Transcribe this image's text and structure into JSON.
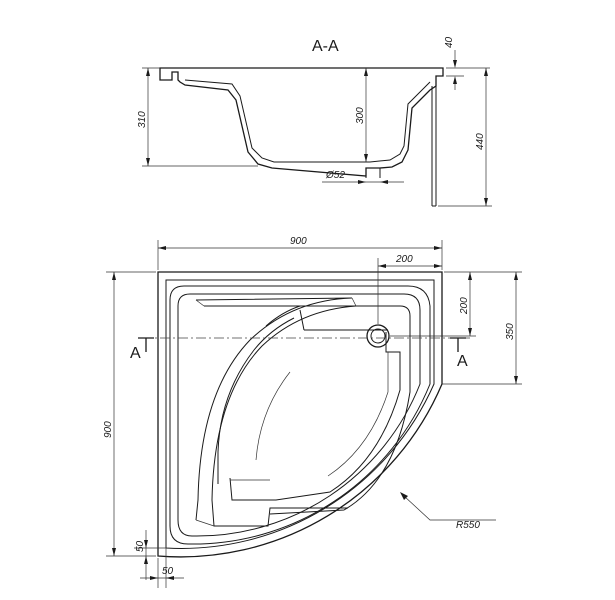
{
  "section": {
    "title": "A-A",
    "cut_mark_left": "A",
    "cut_mark_right": "A"
  },
  "dimensions": {
    "rim_thickness": "40",
    "total_height": "440",
    "left_height": "310",
    "inner_depth": "300",
    "drain_diameter": "Ø52",
    "width": "900",
    "depth": "900",
    "drain_offset_x": "200",
    "drain_offset_y": "200",
    "section_offset": "350",
    "rim_x": "50",
    "rim_y": "50",
    "radius": "R550"
  }
}
